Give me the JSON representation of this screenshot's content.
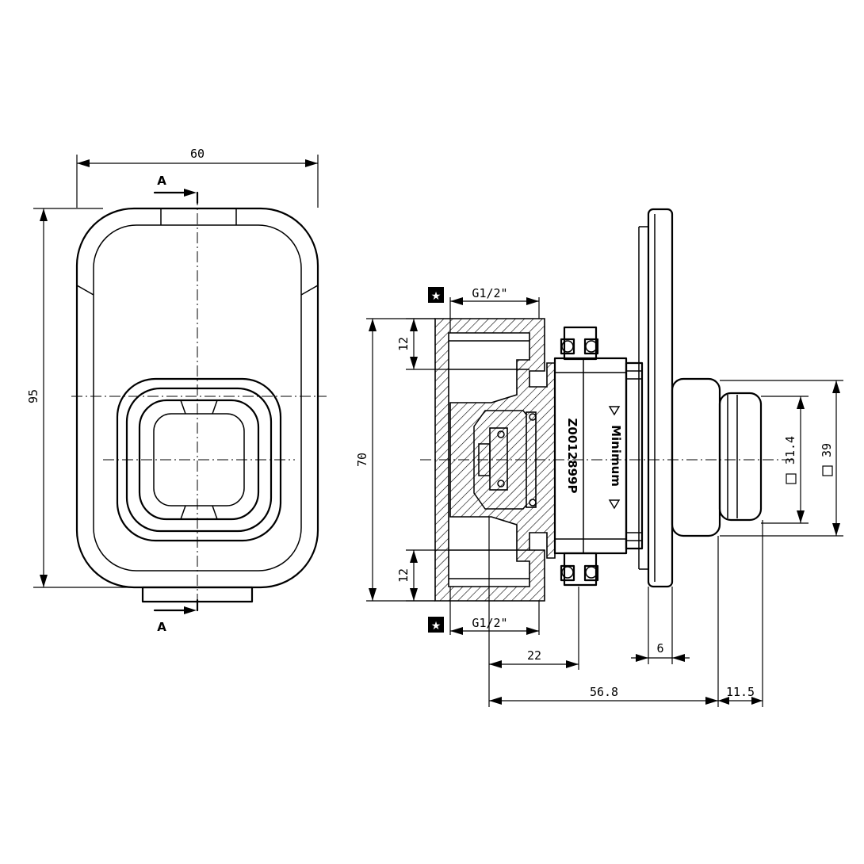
{
  "front_view": {
    "width_label": "60",
    "height_label": "95",
    "section_top": "A",
    "section_bottom": "A"
  },
  "side_view": {
    "thread_top": "G1/2\"",
    "thread_bottom": "G1/2\"",
    "top_dim": "12",
    "bottom_dim": "12",
    "height_70": "70",
    "part_code": "Z0012899P",
    "min_label": "Minimum",
    "d_inner": "31.4",
    "d_outer": "39",
    "len_22": "22",
    "len_6": "6",
    "len_56_8": "56.8",
    "len_11_5": "11.5"
  }
}
